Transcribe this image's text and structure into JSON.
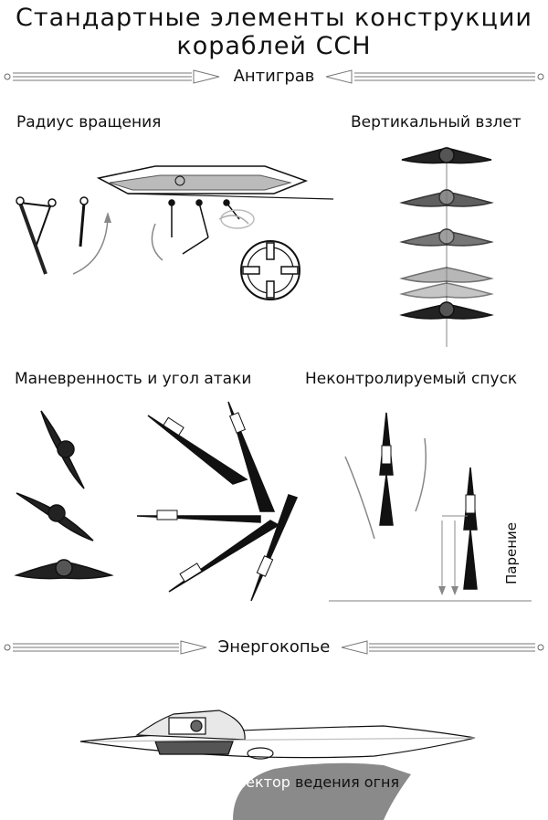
{
  "title": {
    "line1": "Стандартные элементы конструкции",
    "line2": "кораблей ССН"
  },
  "sections": {
    "antigrav": "Антиграв",
    "energokopye": "Энергокопье"
  },
  "labels": {
    "rotation_radius": "Радиус вращения",
    "vertical_takeoff": "Вертикальный взлет",
    "maneuverability": "Маневренность и угол атаки",
    "uncontrolled_descent": "Неконтролируемый спуск",
    "hovering": "Парение",
    "fire_sector_word1": "Сектор",
    "fire_sector_word2": " ведения огня"
  },
  "colors": {
    "ink": "#111111",
    "grey": "#8a8a8a",
    "light_grey": "#c8c8c8"
  }
}
